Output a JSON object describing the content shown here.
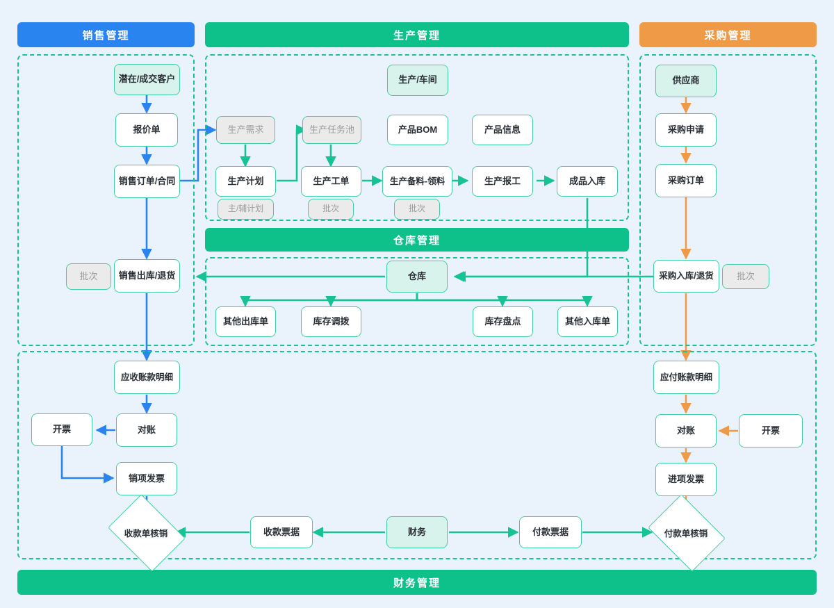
{
  "meta": {
    "title": "ERP 业务流程图",
    "background_color": "#eaf2fb"
  },
  "colors": {
    "sales_accent": "#2a84f0",
    "production_accent": "#0ec08a",
    "purchase_accent": "#ef9a46",
    "node_border": "#3ecfa4",
    "group_border": "#17c295",
    "mint_fill": "#d8f3ec",
    "muted_fill": "#ebebeb",
    "muted_text": "#9b9b9b"
  },
  "bars": {
    "sales": "销售管理",
    "production": "生产管理",
    "purchase": "采购管理",
    "warehouse": "仓库管理",
    "finance": "财务管理"
  },
  "sales": {
    "nodes": [
      {
        "id": "customer",
        "label": "潜在/成交客户",
        "style": "mint"
      },
      {
        "id": "quotation",
        "label": "报价单",
        "style": "plain"
      },
      {
        "id": "sales_order",
        "label": "销售订单/合同",
        "style": "plain"
      },
      {
        "id": "sales_batch",
        "label": "批次",
        "style": "muted"
      },
      {
        "id": "sales_out",
        "label": "销售出库/退货",
        "style": "plain"
      }
    ]
  },
  "production": {
    "nodes": [
      {
        "id": "workshop",
        "label": "生产/车间",
        "style": "mint"
      },
      {
        "id": "prod_demand",
        "label": "生产需求",
        "style": "muted"
      },
      {
        "id": "task_pool",
        "label": "生产任务池",
        "style": "muted"
      },
      {
        "id": "product_bom",
        "label": "产品BOM",
        "style": "plain"
      },
      {
        "id": "product_info",
        "label": "产品信息",
        "style": "plain"
      },
      {
        "id": "prod_plan",
        "label": "生产计划",
        "style": "plain"
      },
      {
        "id": "work_order",
        "label": "生产工单",
        "style": "plain"
      },
      {
        "id": "prep_pick",
        "label": "生产备料-领料",
        "style": "plain"
      },
      {
        "id": "prod_report",
        "label": "生产报工",
        "style": "plain"
      },
      {
        "id": "fg_in",
        "label": "成品入库",
        "style": "plain"
      },
      {
        "id": "plan_sub",
        "label": "主/辅计划",
        "style": "muted"
      },
      {
        "id": "wo_batch",
        "label": "批次",
        "style": "muted"
      },
      {
        "id": "pick_batch",
        "label": "批次",
        "style": "muted"
      }
    ]
  },
  "purchase": {
    "nodes": [
      {
        "id": "supplier",
        "label": "供应商",
        "style": "mint"
      },
      {
        "id": "pr",
        "label": "采购申请",
        "style": "plain"
      },
      {
        "id": "po",
        "label": "采购订单",
        "style": "plain"
      },
      {
        "id": "po_in",
        "label": "采购入库/退货",
        "style": "plain"
      },
      {
        "id": "po_batch",
        "label": "批次",
        "style": "muted"
      }
    ]
  },
  "warehouse": {
    "nodes": [
      {
        "id": "wh",
        "label": "仓库",
        "style": "mint"
      },
      {
        "id": "other_out",
        "label": "其他出库单",
        "style": "plain"
      },
      {
        "id": "transfer",
        "label": "库存调拨",
        "style": "plain"
      },
      {
        "id": "stocktake",
        "label": "库存盘点",
        "style": "plain"
      },
      {
        "id": "other_in",
        "label": "其他入库单",
        "style": "plain"
      }
    ]
  },
  "finance": {
    "left_nodes": [
      {
        "id": "ar_detail",
        "label": "应收账款明细",
        "style": "plain"
      },
      {
        "id": "ar_recon",
        "label": "对账",
        "style": "plain"
      },
      {
        "id": "ar_invoice_btn",
        "label": "开票",
        "style": "plain"
      },
      {
        "id": "out_invoice",
        "label": "销项发票",
        "style": "plain"
      }
    ],
    "right_nodes": [
      {
        "id": "ap_detail",
        "label": "应付账款明细",
        "style": "plain"
      },
      {
        "id": "ap_recon",
        "label": "对账",
        "style": "plain"
      },
      {
        "id": "ap_invoice_btn",
        "label": "开票",
        "style": "plain"
      },
      {
        "id": "in_invoice",
        "label": "进项发票",
        "style": "plain"
      }
    ],
    "bottom_nodes": [
      {
        "id": "receipt_writeoff",
        "label": "收款单核销",
        "style": "diamond"
      },
      {
        "id": "receipt_doc",
        "label": "收款票据",
        "style": "plain"
      },
      {
        "id": "fin_center",
        "label": "财务",
        "style": "mint"
      },
      {
        "id": "payment_doc",
        "label": "付款票据",
        "style": "plain"
      },
      {
        "id": "payment_writeoff",
        "label": "付款单核销",
        "style": "diamond"
      }
    ]
  },
  "flow_edges": [
    {
      "from": "customer",
      "to": "quotation",
      "color": "#2a84f0"
    },
    {
      "from": "quotation",
      "to": "sales_order",
      "color": "#2a84f0"
    },
    {
      "from": "sales_order",
      "to": "prod_demand",
      "color": "#2a84f0"
    },
    {
      "from": "sales_order",
      "to": "sales_out",
      "color": "#2a84f0"
    },
    {
      "from": "sales_out",
      "to": "ar_detail",
      "color": "#2a84f0"
    },
    {
      "from": "ar_detail",
      "to": "ar_recon",
      "color": "#2a84f0"
    },
    {
      "from": "ar_recon",
      "to": "ar_invoice_btn",
      "color": "#2a84f0"
    },
    {
      "from": "ar_invoice_btn",
      "to": "out_invoice",
      "color": "#2a84f0"
    },
    {
      "from": "out_invoice",
      "to": "receipt_writeoff",
      "color": "#2a84f0"
    },
    {
      "from": "prod_demand",
      "to": "prod_plan",
      "color": "#17c295"
    },
    {
      "from": "prod_plan",
      "to": "task_pool",
      "color": "#17c295"
    },
    {
      "from": "task_pool",
      "to": "work_order",
      "color": "#17c295"
    },
    {
      "from": "work_order",
      "to": "prep_pick",
      "color": "#17c295"
    },
    {
      "from": "prep_pick",
      "to": "prod_report",
      "color": "#17c295"
    },
    {
      "from": "prod_report",
      "to": "fg_in",
      "color": "#17c295"
    },
    {
      "from": "fg_in",
      "to": "wh",
      "color": "#17c295"
    },
    {
      "from": "wh",
      "to": "sales_out",
      "color": "#17c295"
    },
    {
      "from": "wh",
      "to": "other_out",
      "color": "#17c295"
    },
    {
      "from": "wh",
      "to": "transfer",
      "color": "#17c295"
    },
    {
      "from": "wh",
      "to": "stocktake",
      "color": "#17c295"
    },
    {
      "from": "wh",
      "to": "other_in",
      "color": "#17c295"
    },
    {
      "from": "supplier",
      "to": "pr",
      "color": "#ef9a46"
    },
    {
      "from": "pr",
      "to": "po",
      "color": "#ef9a46"
    },
    {
      "from": "po",
      "to": "po_in",
      "color": "#ef9a46"
    },
    {
      "from": "po_in",
      "to": "wh",
      "color": "#17c295"
    },
    {
      "from": "po_in",
      "to": "ap_detail",
      "color": "#ef9a46"
    },
    {
      "from": "ap_detail",
      "to": "ap_recon",
      "color": "#ef9a46"
    },
    {
      "from": "ap_invoice_btn",
      "to": "ap_recon",
      "color": "#ef9a46"
    },
    {
      "from": "ap_recon",
      "to": "in_invoice",
      "color": "#ef9a46"
    },
    {
      "from": "in_invoice",
      "to": "payment_writeoff",
      "color": "#ef9a46"
    },
    {
      "from": "fin_center",
      "to": "receipt_doc",
      "color": "#17c295"
    },
    {
      "from": "receipt_doc",
      "to": "receipt_writeoff",
      "color": "#17c295"
    },
    {
      "from": "fin_center",
      "to": "payment_doc",
      "color": "#17c295"
    },
    {
      "from": "payment_doc",
      "to": "payment_writeoff",
      "color": "#17c295"
    }
  ]
}
